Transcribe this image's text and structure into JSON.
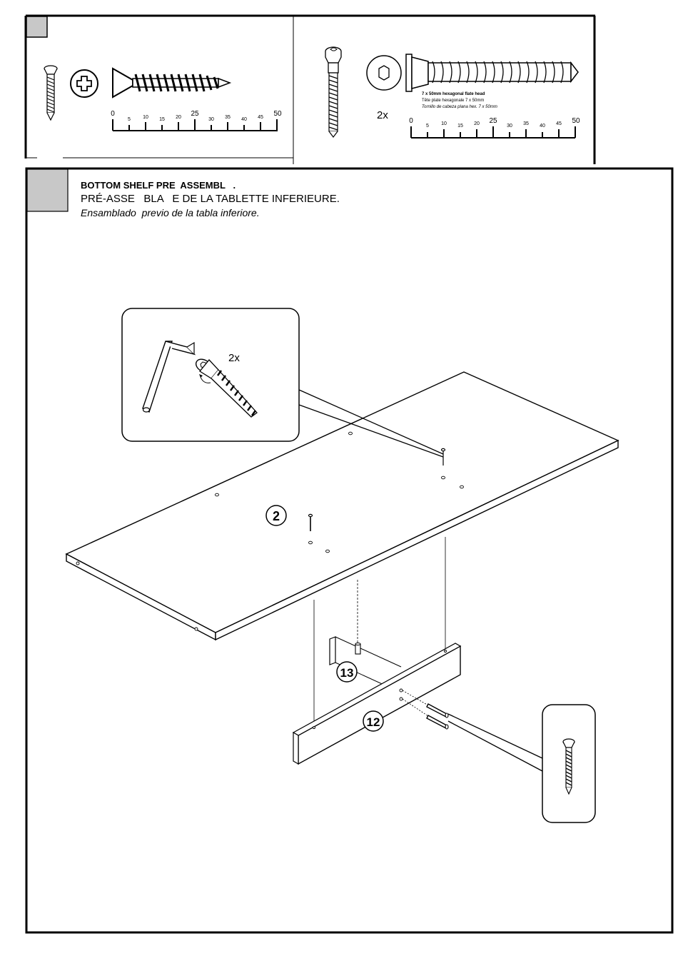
{
  "hardware_panel": {
    "ruler_labels_large": [
      "0",
      "25",
      "50"
    ],
    "ruler_labels_small": [
      "5",
      "10",
      "15",
      "20",
      "30",
      "35",
      "40",
      "45"
    ],
    "cam_screw_quantity": "2x",
    "cam_screw_caption": [
      "7 x 50mm hexagonal flate head",
      "Tête plate hexagonale 7 x 50mm",
      "Tornillo de cabeza plana hex. 7 x 50mm"
    ]
  },
  "step": {
    "title_en": "BOTTOM SHELF PRE  ASSEMBL   .",
    "title_fr": "PRÉ-ASSE   BLA   E DE LA TABLETTE INFERIEURE.",
    "title_es": "Ensamblado  previo de la tabla inferiore.",
    "inset_quantity": "2x",
    "part_labels": {
      "shelf": "2",
      "rail": "13",
      "panel": "12"
    }
  }
}
